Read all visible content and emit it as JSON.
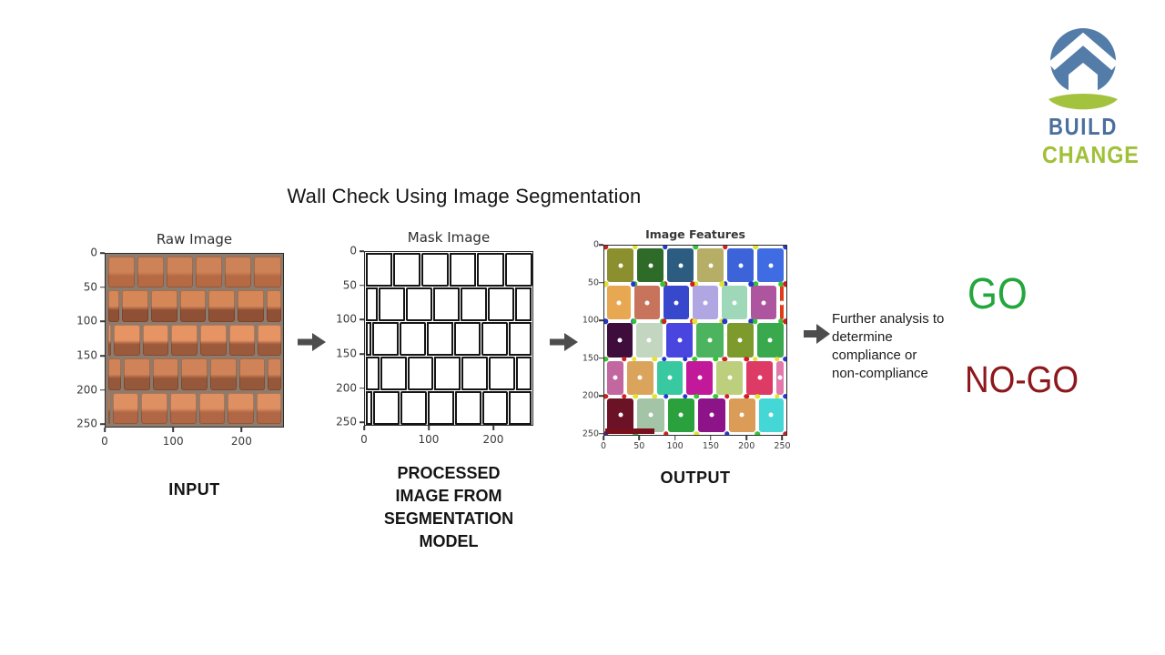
{
  "title": "Wall Check Using Image Segmentation",
  "logo": {
    "word1": "BUILD",
    "word2": "CHANGE",
    "blue": "#4a6f9d",
    "green": "#a0c038",
    "mark_blue": "#547ca8",
    "mark_green": "#a3c23d"
  },
  "panels": {
    "raw": {
      "title": "Raw Image",
      "caption": "INPUT",
      "yticks": [
        "0",
        "50",
        "100",
        "150",
        "200",
        "250"
      ],
      "xticks": [
        "0",
        "100",
        "200"
      ],
      "ymax": 255,
      "xmax": 262
    },
    "mask": {
      "title": "Mask Image",
      "caption_lines": [
        "PROCESSED",
        "IMAGE FROM",
        "SEGMENTATION",
        "MODEL"
      ],
      "yticks": [
        "0",
        "50",
        "100",
        "150",
        "200",
        "250"
      ],
      "xticks": [
        "0",
        "100",
        "200"
      ],
      "ymax": 255,
      "xmax": 262
    },
    "features": {
      "title": "Image Features",
      "caption": "OUTPUT",
      "yticks": [
        "0",
        "50",
        "100",
        "150",
        "200",
        "250"
      ],
      "xticks": [
        "0",
        "50",
        "100",
        "150",
        "200",
        "250"
      ],
      "ymax": 253,
      "xmax": 257
    }
  },
  "annotation": {
    "lines": [
      "Further analysis to",
      "determine",
      "compliance or",
      "non-compliance"
    ]
  },
  "decision": {
    "go": "GO",
    "go_color": "#23a73c",
    "nogo": "NO-GO",
    "nogo_color": "#8d171b"
  },
  "arrow_color": "#4d4d4d",
  "figures": {
    "raw": {
      "mortar": "#8d7b6e",
      "rows": [
        {
          "offset": 0,
          "bricks": 6,
          "top": "#d9895c",
          "bottom": "#c07048"
        },
        {
          "offset": 0.45,
          "bricks": 6,
          "top": "#d58758",
          "bottom": "#8f5036"
        },
        {
          "offset": 0.12,
          "bricks": 6,
          "top": "#db8d5f",
          "bottom": "#95563a"
        },
        {
          "offset": 0.5,
          "bricks": 6,
          "top": "#d5865a",
          "bottom": "#9a5a3c"
        },
        {
          "offset": 0.08,
          "bricks": 6,
          "top": "#d98c60",
          "bottom": "#ab6443"
        }
      ]
    },
    "mask": {
      "line": "#151515",
      "rows": [
        {
          "offset": 0
        },
        {
          "offset": 0.4
        },
        {
          "offset": 0.12
        },
        {
          "offset": 0.45
        },
        {
          "offset": 0.15
        }
      ]
    },
    "features": {
      "dot_palette": [
        "#cf2020",
        "#35c435",
        "#2538cc",
        "#e3e332"
      ],
      "center_dot": "#ffffff",
      "bottom_strip": {
        "color": "#7a0f1c",
        "width_frac": 0.27
      },
      "rows": [
        [
          {
            "c": "#8c8f2e",
            "w": 1
          },
          {
            "c": "#2f6b28",
            "w": 1
          },
          {
            "c": "#2c5c80",
            "w": 1
          },
          {
            "c": "#b6ad66",
            "w": 1
          },
          {
            "c": "#3c63d8",
            "w": 1
          },
          {
            "c": "#3f6ce2",
            "w": 1
          }
        ],
        [
          {
            "c": "#e8a851",
            "w": 0.95
          },
          {
            "c": "#c8735c",
            "w": 1
          },
          {
            "c": "#3748cc",
            "w": 1
          },
          {
            "c": "#b0a6e2",
            "w": 1
          },
          {
            "c": "#9ed8b8",
            "w": 1
          },
          {
            "c": "#ad569f",
            "w": 1
          },
          {
            "c": "#e03c18",
            "w": 0.16
          }
        ],
        [
          {
            "c": "#3f0d3c",
            "w": 0.95
          },
          {
            "c": "#c2d6c0",
            "w": 1
          },
          {
            "c": "#4946e0",
            "w": 1
          },
          {
            "c": "#4cb45e",
            "w": 1
          },
          {
            "c": "#7d9a2d",
            "w": 1
          },
          {
            "c": "#3aa94e",
            "w": 1
          }
        ],
        [
          {
            "c": "#c2679f",
            "w": 0.62
          },
          {
            "c": "#dba45c",
            "w": 1
          },
          {
            "c": "#38c9a0",
            "w": 1
          },
          {
            "c": "#c2189a",
            "w": 1
          },
          {
            "c": "#bccf7d",
            "w": 1
          },
          {
            "c": "#de3a66",
            "w": 1
          },
          {
            "c": "#e378ac",
            "w": 0.28
          }
        ],
        [
          {
            "c": "#6b1226",
            "w": 1
          },
          {
            "c": "#a3c4a6",
            "w": 1
          },
          {
            "c": "#2ba13d",
            "w": 1
          },
          {
            "c": "#8c1488",
            "w": 1
          },
          {
            "c": "#db9c58",
            "w": 1
          },
          {
            "c": "#45d6d6",
            "w": 0.92
          }
        ]
      ]
    }
  }
}
